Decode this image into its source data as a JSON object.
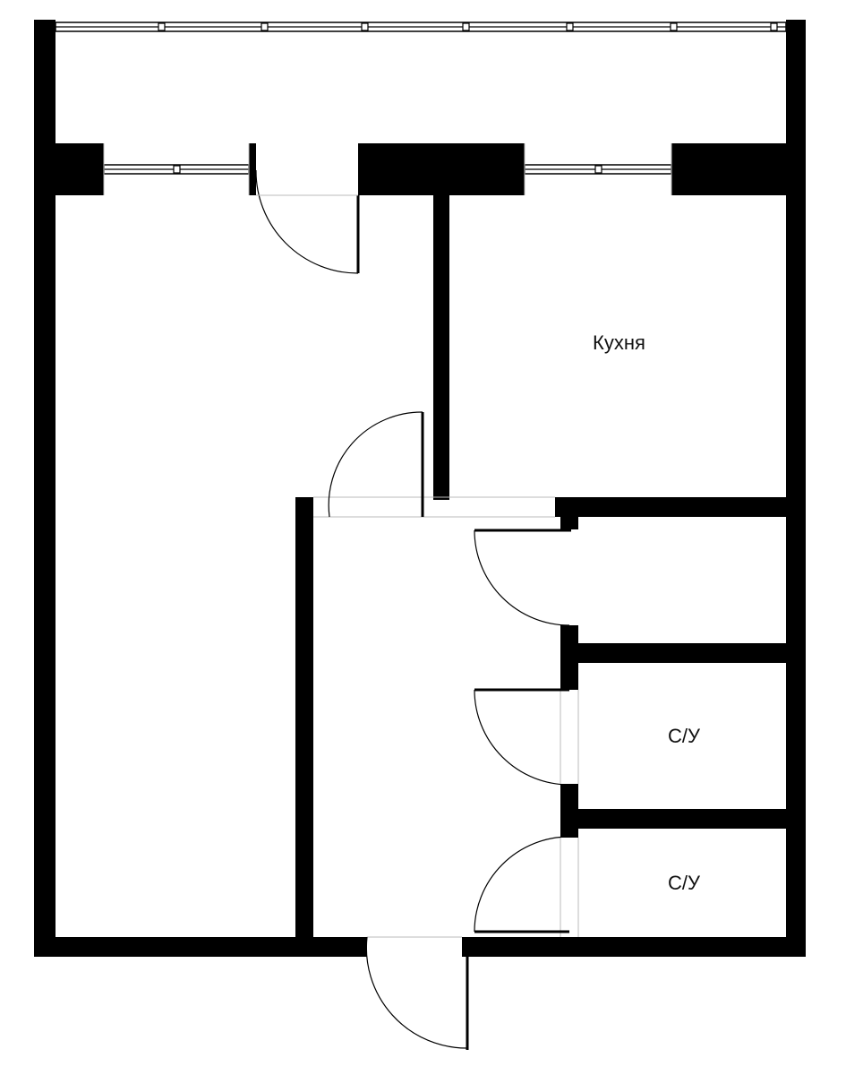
{
  "rooms": {
    "kitchen": "Кухня",
    "bathroom_1": "С/У",
    "bathroom_2": "С/У"
  }
}
